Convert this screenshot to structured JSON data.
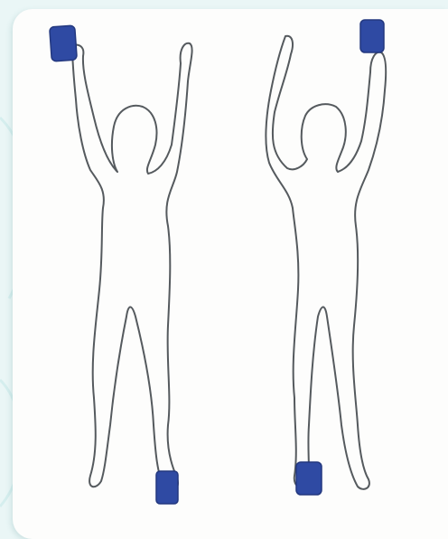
{
  "figures": [
    {
      "id": "left-figure",
      "electrodes": [
        "right-hand",
        "left-foot"
      ]
    },
    {
      "id": "right-figure",
      "electrodes": [
        "left-hand",
        "right-foot"
      ]
    }
  ],
  "colors": {
    "outline": "#555a5e",
    "electrode": "#2f4aa3",
    "electrode_edge": "#23387f",
    "card": "#fdfdfc",
    "background": "#eaf6f6"
  }
}
